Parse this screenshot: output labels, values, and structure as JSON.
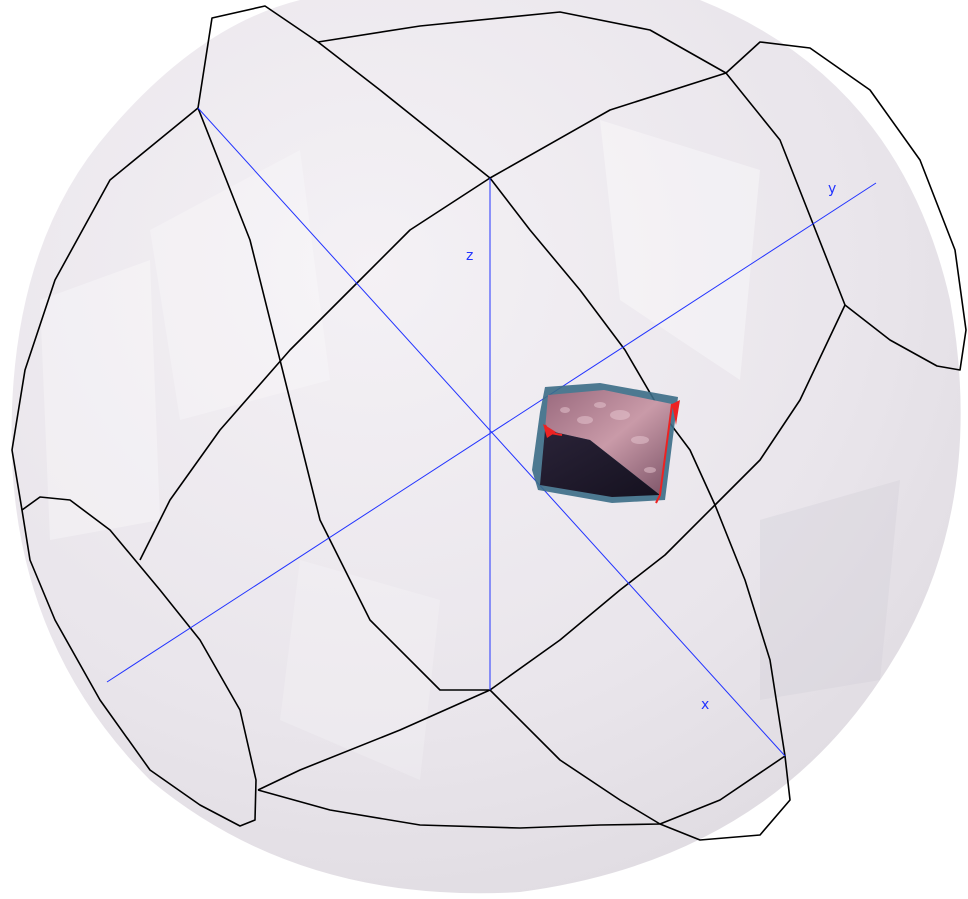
{
  "scene": {
    "colors": {
      "background": "#ffffff",
      "sphere_fill": "#ece8ee",
      "sphere_shade": "#d9d6db",
      "edge": "#000000",
      "axis": "#2233ff",
      "cube_dark": "#1f1a2e",
      "cube_light": "#b07a8e",
      "cube_rim": "#3b6d86",
      "cube_edge": "#ee2222"
    },
    "axes": [
      {
        "key": "x",
        "label": "x"
      },
      {
        "key": "y",
        "label": "y"
      },
      {
        "key": "z",
        "label": "z"
      }
    ],
    "icons": {
      "sphere": "wireframe-sphere-icon",
      "object": "textured-cube-icon"
    }
  }
}
